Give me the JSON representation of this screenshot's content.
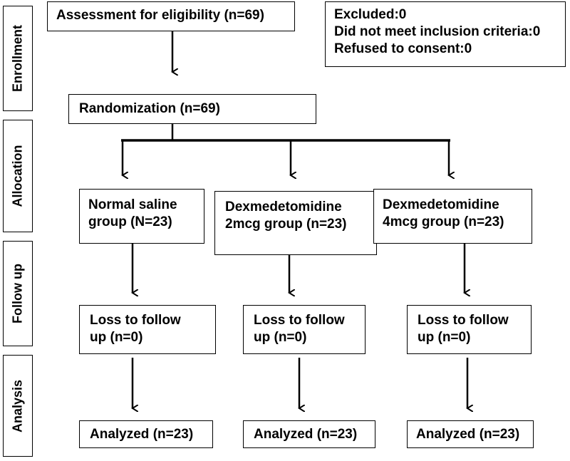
{
  "stages": {
    "enrollment": "Enrollment",
    "allocation": "Allocation",
    "follow_up": "Follow up",
    "analysis": "Analysis"
  },
  "assessment": "Assessment for eligibility (n=69)",
  "excluded": {
    "line1": "Excluded:0",
    "line2": "Did not meet inclusion criteria:0",
    "line3": "Refused to consent:0"
  },
  "randomization": "Randomization (n=69)",
  "groups": [
    {
      "line1": "Normal saline",
      "line2": "group (N=23)",
      "follow_line1": "Loss to follow",
      "follow_line2": "up (n=0)",
      "analyzed": "Analyzed (n=23)"
    },
    {
      "line1": "Dexmedetomidine",
      "line2": "2mcg group (n=23)",
      "follow_line1": "Loss to follow",
      "follow_line2": "up (n=0)",
      "analyzed": "Analyzed (n=23)"
    },
    {
      "line1": "Dexmedetomidine",
      "line2": "4mcg group (n=23)",
      "follow_line1": "Loss to follow",
      "follow_line2": "up (n=0)",
      "analyzed": "Analyzed (n=23)"
    }
  ]
}
